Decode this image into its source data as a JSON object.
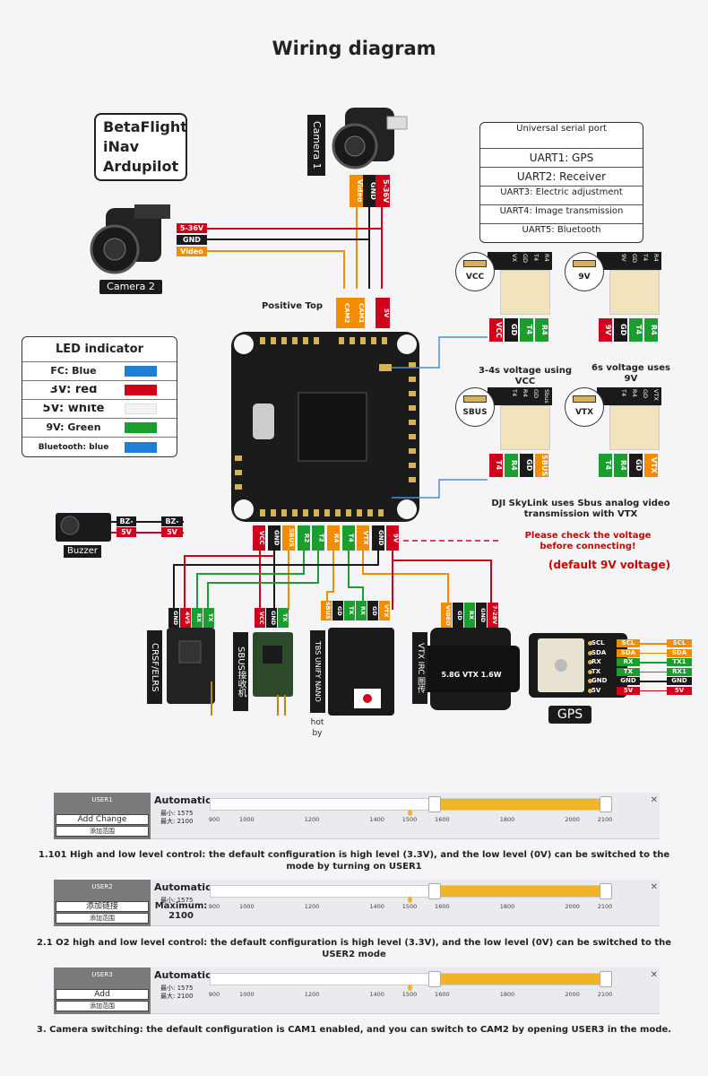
{
  "title": "Wiring diagram",
  "firmware": [
    "BetaFlight",
    "iNav",
    "Ardupilot"
  ],
  "camera1": {
    "name": "Camera 1",
    "wires": [
      "Video",
      "GND",
      "5-36V"
    ]
  },
  "camera2": {
    "name": "Camera 2",
    "wires": [
      "5-36V",
      "GND",
      "Video"
    ]
  },
  "fc": {
    "positive_top": "Positive Top",
    "top_pins": [
      "CAM2",
      "CAM1",
      "5V"
    ],
    "bottom_pins": [
      "VCC",
      "GND",
      "SBUS",
      "R2",
      "T2",
      "R4",
      "T4",
      "VTX",
      "GND",
      "9V"
    ]
  },
  "uart_table": [
    "Universal serial port",
    "UART1: GPS",
    "UART2: Receiver",
    "UART3: Electric adjustment",
    "UART4: Image transmission",
    "UART5: Bluetooth"
  ],
  "led": {
    "title": "LED indicator",
    "rows": [
      {
        "label": "FC: Blue",
        "color": "#1e7fd6"
      },
      {
        "label": "3V: red",
        "color": "#d0021b"
      },
      {
        "label": "5V: white",
        "color": "#f2f2f2"
      },
      {
        "label": "9V: Green",
        "color": "#1a9e2e"
      },
      {
        "label": "Bluetooth: blue",
        "color": "#1e7fd6"
      }
    ]
  },
  "connectors": [
    {
      "badge": "VCC",
      "header": [
        "VX",
        "GD",
        "T4",
        "R4"
      ],
      "pins": [
        "VCC",
        "GD",
        "T4",
        "R4"
      ],
      "colors": [
        "#d0021b",
        "#1a1a1a",
        "#1a9e2e",
        "#1a9e2e"
      ],
      "caption": "3-4s voltage using VCC"
    },
    {
      "badge": "9V",
      "header": [
        "9V",
        "GD",
        "T4",
        "R4"
      ],
      "pins": [
        "9V",
        "GD",
        "T4",
        "R4"
      ],
      "colors": [
        "#d0021b",
        "#1a1a1a",
        "#1a9e2e",
        "#1a9e2e"
      ],
      "caption": "6s voltage uses 9V"
    },
    {
      "badge": "SBUS",
      "header": [
        "T4",
        "R4",
        "GD",
        "Sbus"
      ],
      "pins": [
        "T4",
        "R4",
        "GD",
        "SBUS"
      ],
      "colors": [
        "#d0021b",
        "#1a9e2e",
        "#1a1a1a",
        "#f28c00"
      ],
      "caption": ""
    },
    {
      "badge": "VTX",
      "header": [
        "T4",
        "R4",
        "GD",
        "VTX"
      ],
      "pins": [
        "T4",
        "R4",
        "GD",
        "VTX"
      ],
      "colors": [
        "#1a9e2e",
        "#1a9e2e",
        "#1a1a1a",
        "#f28c00"
      ],
      "caption": ""
    }
  ],
  "skylink_caption": "DJI SkyLink uses Sbus analog video transmission with VTX",
  "buzzer": {
    "name": "Buzzer",
    "pins": [
      "BZ-",
      "5V"
    ]
  },
  "warning": "Please check the voltage before connecting!",
  "default_voltage": "(default 9V voltage)",
  "devices": [
    {
      "name": "CRSF/ELRS",
      "pins": [
        "GND",
        "4V5",
        "RX",
        "TX"
      ]
    },
    {
      "name": "SBUS接收机",
      "pins": [
        "VCC",
        "GND",
        "TX"
      ]
    },
    {
      "name": "TBS UNIFY NANO",
      "pins": [
        "SBUS",
        "GD",
        "TX",
        "RX",
        "GD",
        "VTX"
      ]
    },
    {
      "name": "VTX IRC 图传",
      "pins": [
        "VIDEO",
        "GD",
        "RX",
        "GND",
        "7-28V"
      ]
    },
    {
      "name": "GPS",
      "pins": [
        "SCL",
        "SDA",
        "RX",
        "TX",
        "GND",
        "5V"
      ],
      "fc_pins": [
        "SCL",
        "SDA",
        "TX1",
        "RX1",
        "GND",
        "5V"
      ]
    }
  ],
  "vtx_board_text": "5.8G VTX 1.6W",
  "tbs_note": "hot by",
  "panels": [
    {
      "name": "USER1",
      "buttons": [
        "Add Change",
        "添加范围"
      ],
      "mode": "Automatic",
      "min": "最小: 1575",
      "max": "最大: 2100",
      "range": [
        1575,
        2100
      ],
      "pointer": 1500,
      "desc": "1.101 High and low level control: the default configuration is high level (3.3V), and the low level (0V) can be switched to the mode by turning on USER1"
    },
    {
      "name": "USER2",
      "buttons": [
        "添加链接",
        "添加范围"
      ],
      "mode": "Automatic",
      "min": "最小: 1575",
      "max": "Maximum: 2100",
      "range": [
        1575,
        2100
      ],
      "pointer": 1500,
      "desc": "2.1 O2 high and low level control: the default configuration is high level (3.3V), and the low level (0V) can be switched to the USER2 mode"
    },
    {
      "name": "USER3",
      "buttons": [
        "Add",
        "添加范围"
      ],
      "mode": "Automatic",
      "min": "最小: 1575",
      "max": "最大: 2100",
      "range": [
        1575,
        2100
      ],
      "pointer": 1500,
      "desc": "3. Camera switching: the default configuration is CAM1 enabled, and you can switch to CAM2 by opening USER3 in the mode."
    }
  ],
  "ticks": [
    "900",
    "1000",
    "1200",
    "1400",
    "1500",
    "1600",
    "1800",
    "2000",
    "2100"
  ]
}
